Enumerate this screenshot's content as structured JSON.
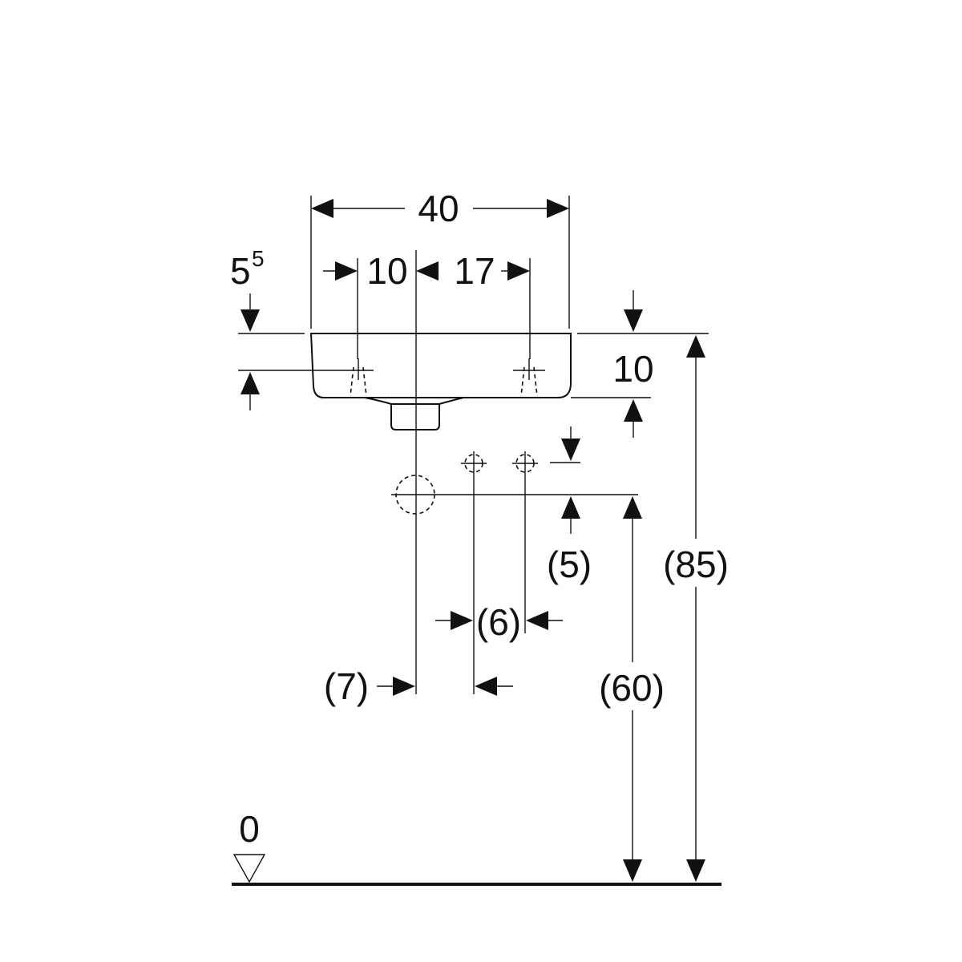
{
  "dimensions": {
    "overall_width": "40",
    "tap_hole_left": "10",
    "tap_hole_right": "17",
    "top_offset_base": "5",
    "top_offset_sup": "5",
    "basin_height": "10",
    "supply_rise": "(5)",
    "supply_spacing": "(6)",
    "drain_offset": "(7)",
    "drain_height": "(60)",
    "rim_height": "(85)",
    "floor_level": "0"
  },
  "colors": {
    "line": "#111111",
    "background": "#ffffff"
  }
}
